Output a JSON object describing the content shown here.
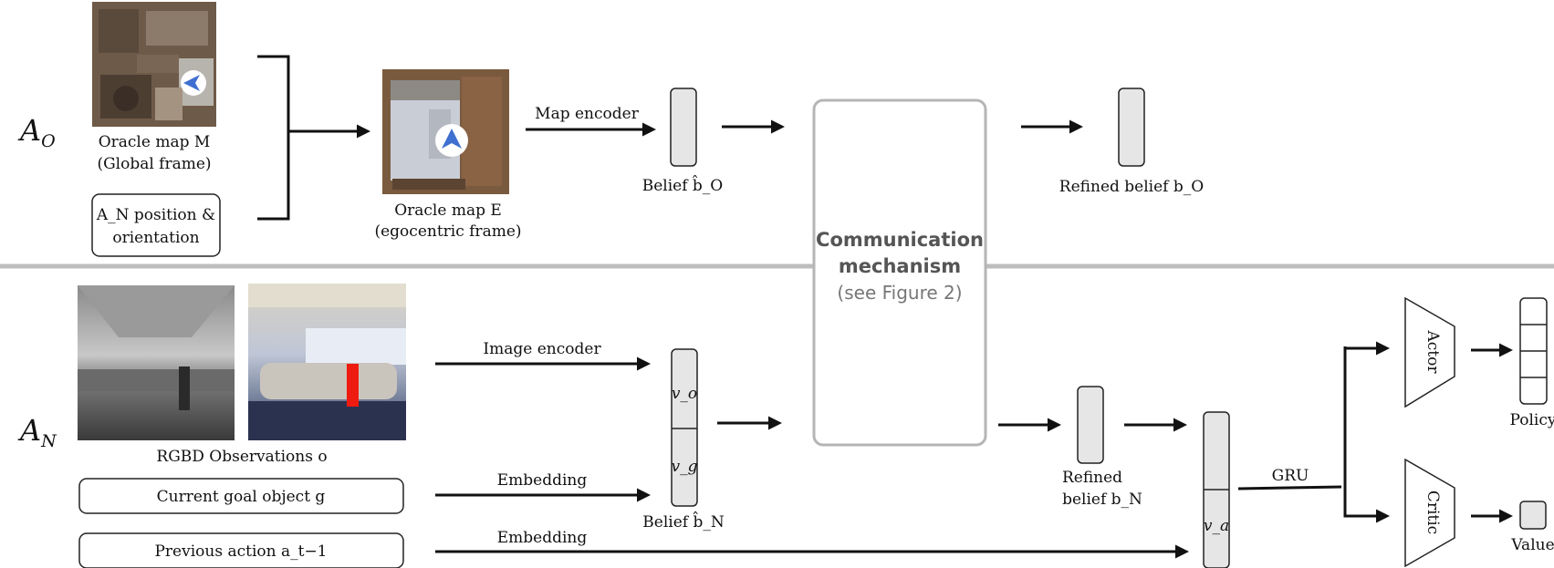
{
  "agents": {
    "oracle": "A_O",
    "navigator": "A_N"
  },
  "top": {
    "oracle_map_global": {
      "line1": "Oracle map M",
      "line2": "(Global frame)"
    },
    "an_position_box": {
      "line1": "A_N position &",
      "line2": "orientation"
    },
    "oracle_map_ego": {
      "line1": "Oracle map E",
      "line2": "(egocentric frame)"
    },
    "map_encoder_label": "Map encoder",
    "belief_o_label": "Belief b̂_O",
    "refined_belief_o_label": "Refined belief b_O"
  },
  "communication": {
    "title_line1": "Communication",
    "title_line2": "mechanism",
    "subtitle": "(see Figure 2)"
  },
  "bottom": {
    "rgbd_label": "RGBD Observations o",
    "goal_box": "Current goal object g",
    "prev_action_box": "Previous action a_t−1",
    "image_encoder_label": "Image encoder",
    "embedding_label_1": "Embedding",
    "embedding_label_2": "Embedding",
    "belief_n_label": "Belief b̂_N",
    "belief_n_top": "v_o",
    "belief_n_bottom": "v_g",
    "refined_belief_n": {
      "line1": "Refined",
      "line2": "belief b_N"
    },
    "va_label": "v_a",
    "gru_label": "GRU",
    "actor_label": "Actor",
    "critic_label": "Critic",
    "policy_label": "Policy",
    "value_label": "Value"
  },
  "colors": {
    "locator_blue": "#3f6fd0",
    "target_red": "#ee1b10",
    "box_fill": "#e6e6e6",
    "comm_border": "#b5b5b5",
    "divider": "#bdbdbd"
  }
}
